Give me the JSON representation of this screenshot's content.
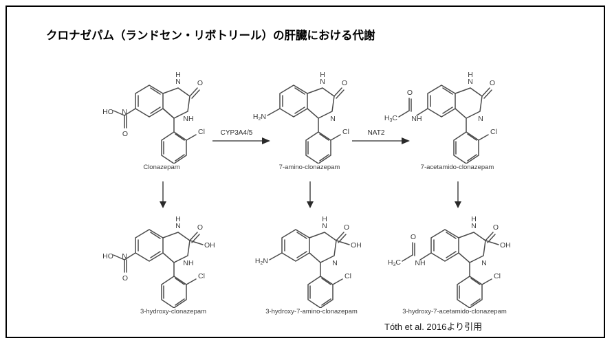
{
  "slide": {
    "title": "クロナゼパム（ランドセン・リボトリール）の肝臓における代謝",
    "citation": "Tóth et al. 2016より引用",
    "border_color": "#000000",
    "background_color": "#ffffff",
    "structure_line_color": "#4a4a4a",
    "label_color": "#3a3a3a"
  },
  "scheme": {
    "compounds": [
      {
        "id": "clonazepam",
        "label": "Clonazepam",
        "row": "top",
        "column": 1,
        "substituent_7": "nitro",
        "substituent_7_text": "HO—N⁺(—O⁻)",
        "position_3": "none",
        "aryl_substituent": "Cl"
      },
      {
        "id": "7-amino-clonazepam",
        "label": "7-amino-clonazepam",
        "row": "top",
        "column": 2,
        "substituent_7": "amino",
        "substituent_7_text": "H2N",
        "position_3": "none",
        "aryl_substituent": "Cl"
      },
      {
        "id": "7-acetamido-clonazepam",
        "label": "7-acetamido-clonazepam",
        "row": "top",
        "column": 3,
        "substituent_7": "acetamido",
        "substituent_7_text": "H3C—C(=O)—NH",
        "position_3": "none",
        "aryl_substituent": "Cl"
      },
      {
        "id": "3-hydroxy-clonazepam",
        "label": "3-hydroxy-clonazepam",
        "row": "bottom",
        "column": 1,
        "substituent_7": "nitro",
        "substituent_7_text": "HO—N⁺(—O⁻)",
        "position_3": "OH",
        "aryl_substituent": "Cl"
      },
      {
        "id": "3-hydroxy-7-amino-clonazepam",
        "label": "3-hydroxy-7-amino-clonazepam",
        "row": "bottom",
        "column": 2,
        "substituent_7": "amino",
        "substituent_7_text": "H2N",
        "position_3": "OH",
        "aryl_substituent": "Cl"
      },
      {
        "id": "3-hydroxy-7-acetamido-clonazepam",
        "label": "3-hydroxy-7-acetamido-clonazepam",
        "row": "bottom",
        "column": 3,
        "substituent_7": "acetamido",
        "substituent_7_text": "H3C—C(=O)—NH",
        "position_3": "OH",
        "aryl_substituent": "Cl"
      }
    ],
    "reactions": [
      {
        "id": "rxn-cyp3a4",
        "enzyme": "CYP3A4/5",
        "direction": "horizontal",
        "from": "clonazepam",
        "to": "7-amino-clonazepam"
      },
      {
        "id": "rxn-nat2",
        "enzyme": "NAT2",
        "direction": "horizontal",
        "from": "7-amino-clonazepam",
        "to": "7-acetamido-clonazepam"
      },
      {
        "id": "rxn-hydroxy-1",
        "enzyme": "",
        "direction": "vertical",
        "from": "clonazepam",
        "to": "3-hydroxy-clonazepam"
      },
      {
        "id": "rxn-hydroxy-2",
        "enzyme": "",
        "direction": "vertical",
        "from": "7-amino-clonazepam",
        "to": "3-hydroxy-7-amino-clonazepam"
      },
      {
        "id": "rxn-hydroxy-3",
        "enzyme": "",
        "direction": "vertical",
        "from": "7-acetamido-clonazepam",
        "to": "3-hydroxy-7-acetamido-clonazepam"
      }
    ],
    "atom_labels": {
      "nitrogen": "N",
      "hydrogen": "H",
      "oxygen": "O",
      "chlorine": "Cl",
      "hydroxyl": "OH",
      "amide_nh": "NH",
      "amino": "H",
      "amino_sub": "2",
      "amino_n": "N",
      "methyl_h": "H",
      "methyl_sub": "3",
      "methyl_c": "C",
      "hydroxy_prefix": "HO"
    }
  }
}
